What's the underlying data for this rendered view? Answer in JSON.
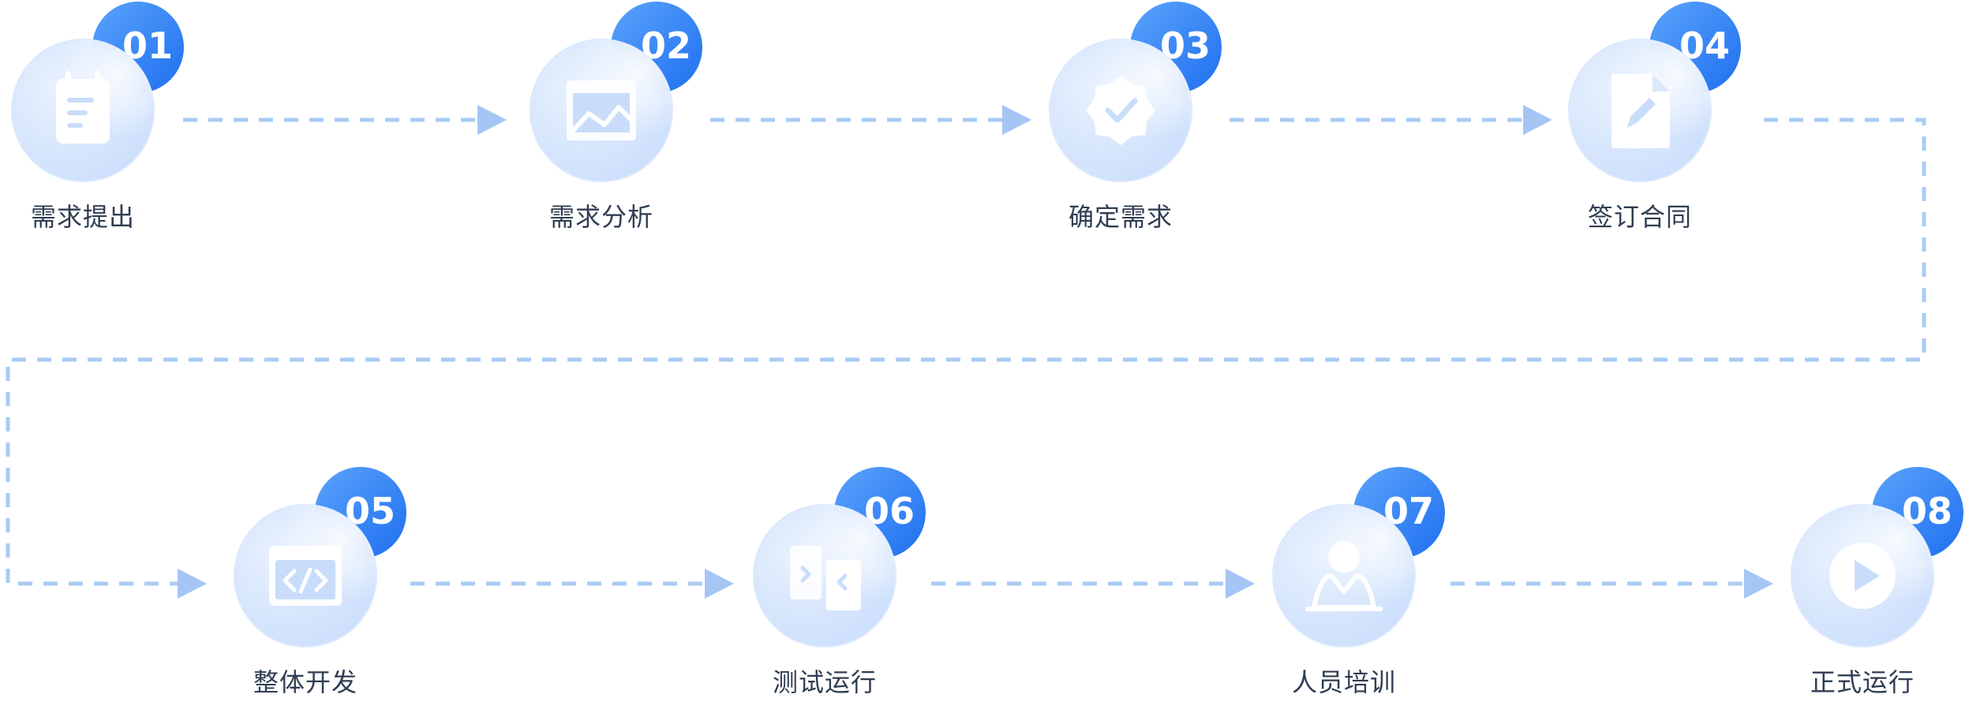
{
  "colors": {
    "circle_light": "#e3eefe",
    "circle_mid": "#c6dcfb",
    "badge": "#3d8ef8",
    "badge_dark": "#1f6ff0",
    "dash": "#a9cbf6",
    "arrow": "#a5c6f4",
    "label": "#2f3d52",
    "icon": "#ffffff"
  },
  "steps": [
    {
      "number": "01",
      "label": "需求提出",
      "icon": "notepad-icon"
    },
    {
      "number": "02",
      "label": "需求分析",
      "icon": "chart-image-icon"
    },
    {
      "number": "03",
      "label": "确定需求",
      "icon": "badge-check-icon"
    },
    {
      "number": "04",
      "label": "签订合同",
      "icon": "document-edit-icon"
    },
    {
      "number": "05",
      "label": "整体开发",
      "icon": "code-window-icon"
    },
    {
      "number": "06",
      "label": "测试运行",
      "icon": "split-panels-icon"
    },
    {
      "number": "07",
      "label": "人员培训",
      "icon": "person-icon"
    },
    {
      "number": "08",
      "label": "正式运行",
      "icon": "play-icon"
    }
  ]
}
